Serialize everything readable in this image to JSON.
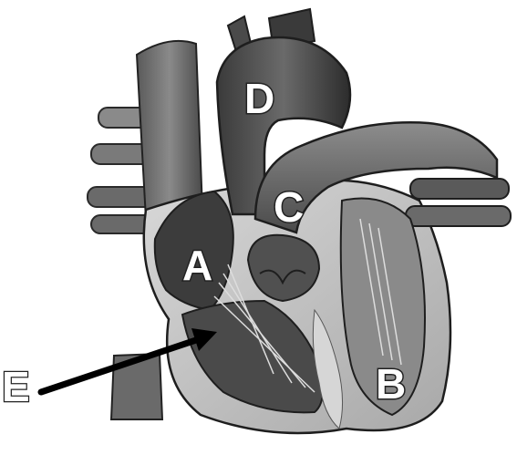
{
  "labels": {
    "a": "A",
    "b": "B",
    "c": "C",
    "d": "D",
    "e": "E"
  },
  "colors": {
    "background": "#ffffff",
    "dark_tissue": "#3c3c3c",
    "mid_tissue": "#777777",
    "light_tissue": "#c8c8c8",
    "outline": "#1e1e1e",
    "arrow": "#000000"
  }
}
